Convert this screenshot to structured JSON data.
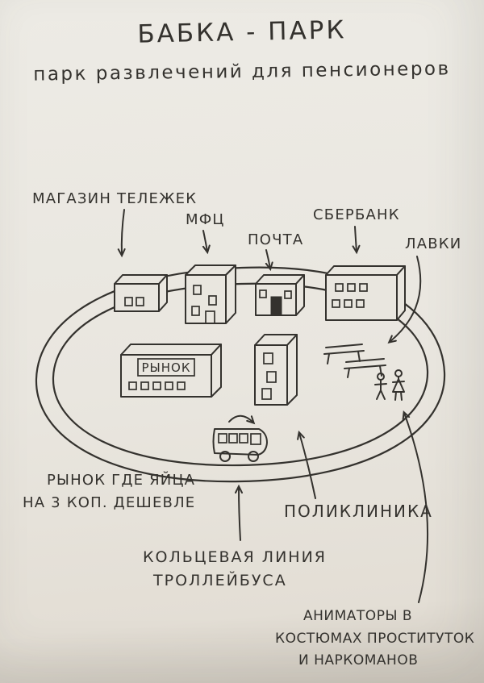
{
  "colors": {
    "paper": "#e9e6df",
    "ink": "#34322e"
  },
  "header": {
    "title": "БАБКА - ПАРК",
    "subtitle": "парк развлечений для пенсионеров"
  },
  "labels": {
    "cart_shop": "МАГАЗИН ТЕЛЕЖЕК",
    "mfc": "МФЦ",
    "post_office": "ПОЧТА",
    "sberbank": "СБЕРБАНК",
    "benches": "ЛАВКИ",
    "market_sign": "РЫНОК",
    "cheap_eggs_line1": "РЫНОК ГДЕ ЯЙЦА",
    "cheap_eggs_line2": "НА 3 КОП. ДЕШЕВЛЕ",
    "polyclinic": "ПОЛИКЛИНИКА",
    "ring_line_line1": "КОЛЬЦЕВАЯ ЛИНИЯ",
    "ring_line_line2": "ТРОЛЛЕЙБУСА",
    "animators_line1": "АНИМАТОРЫ В",
    "animators_line2": "КОСТЮМАХ ПРОСТИТУТОК",
    "animators_line3": "И НАРКОМАНОВ"
  }
}
